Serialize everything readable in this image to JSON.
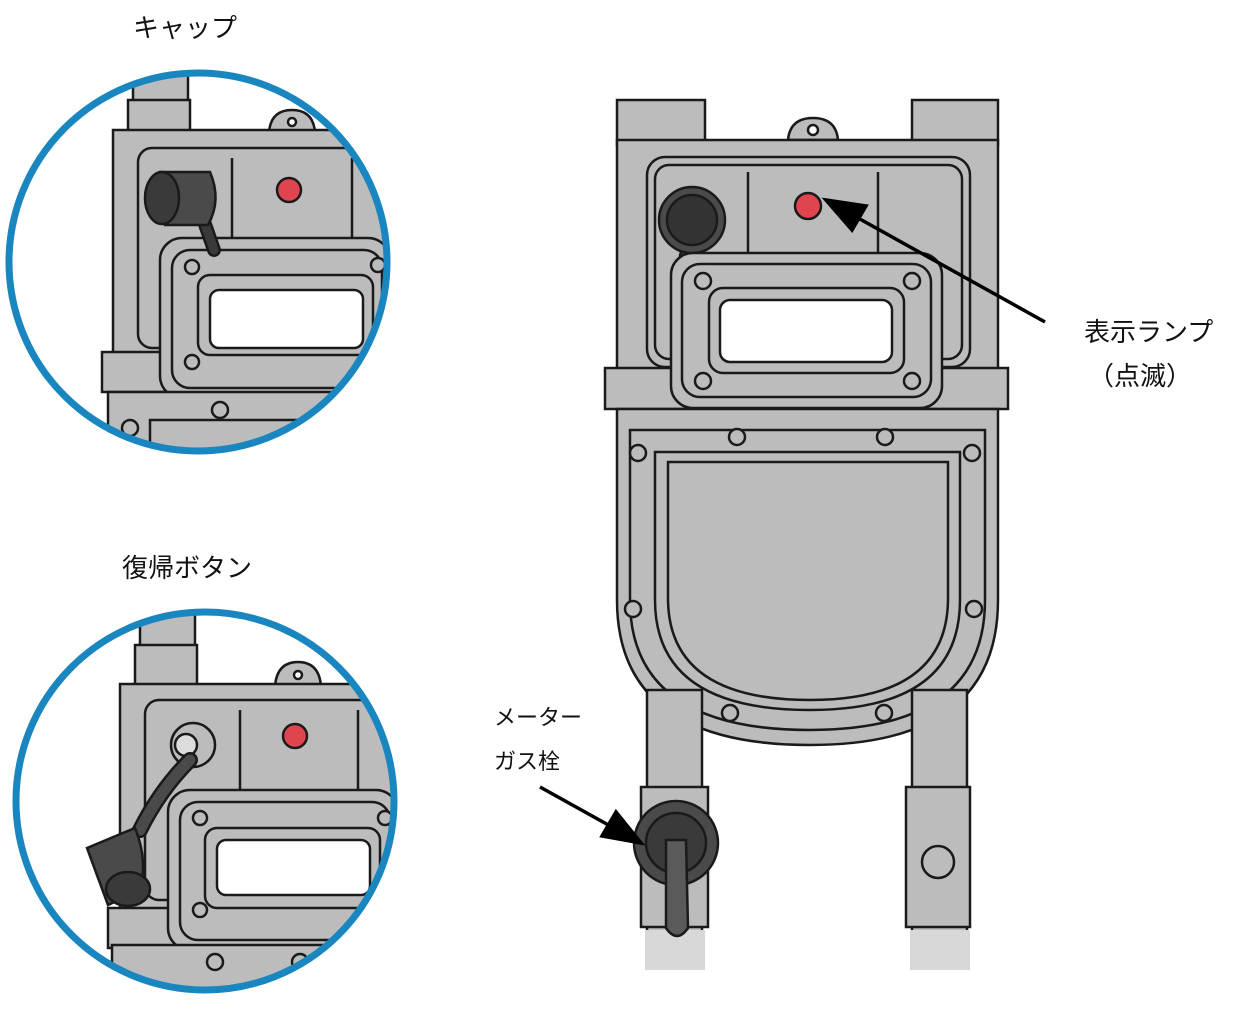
{
  "labels": {
    "cap": "キャップ",
    "reset_button": "復帰ボタン",
    "indicator_lamp": "表示ランプ",
    "indicator_lamp_note": "（点滅）",
    "meter_gas_cock_1": "メーター",
    "meter_gas_cock_2": "ガス栓"
  },
  "colors": {
    "circle_border": "#1a86c0",
    "metal": "#bcbcbc",
    "metal_dark": "#9a9a9a",
    "outline": "#1a1a1a",
    "lamp": "#e0454f",
    "cap": "#4a4a4a"
  }
}
